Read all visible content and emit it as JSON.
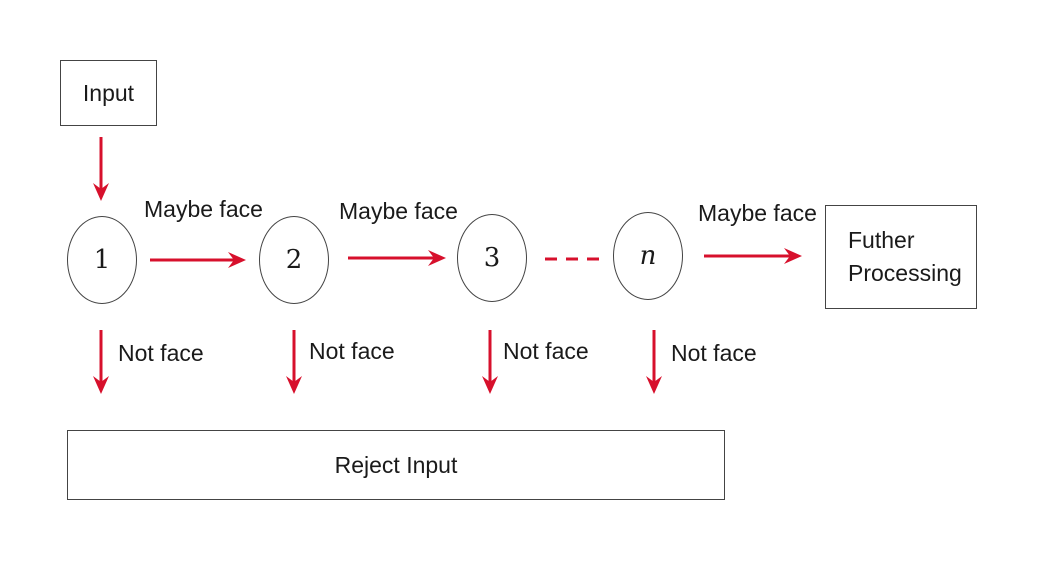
{
  "input_label": "Input",
  "stages": [
    {
      "label": "1"
    },
    {
      "label": "2"
    },
    {
      "label": "3"
    },
    {
      "label": "n"
    }
  ],
  "maybe_face_label": "Maybe face",
  "not_face_label": "Not face",
  "further_processing": {
    "line1": "Futher",
    "line2": "Processing"
  },
  "reject_label": "Reject Input",
  "colors": {
    "arrow": "#d7102c",
    "border": "#444444"
  }
}
